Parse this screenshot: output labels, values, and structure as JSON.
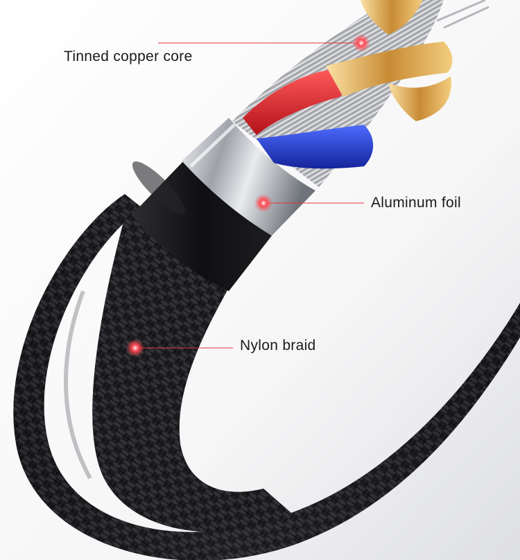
{
  "callouts": [
    {
      "id": "core",
      "text": "Tinned copper core"
    },
    {
      "id": "foil",
      "text": "Aluminum foil"
    },
    {
      "id": "braid",
      "text": "Nylon braid"
    }
  ],
  "colors": {
    "accent": "#e8323c",
    "braid": "#1b1b1e",
    "foil": "#c9cdd3",
    "jacket": "#141416",
    "wire_red": "#e0262b",
    "wire_blue": "#1f3fd8",
    "wire_gold": "#d8a650",
    "strand_silver": "#c8c8cc",
    "background": "#ffffff"
  }
}
